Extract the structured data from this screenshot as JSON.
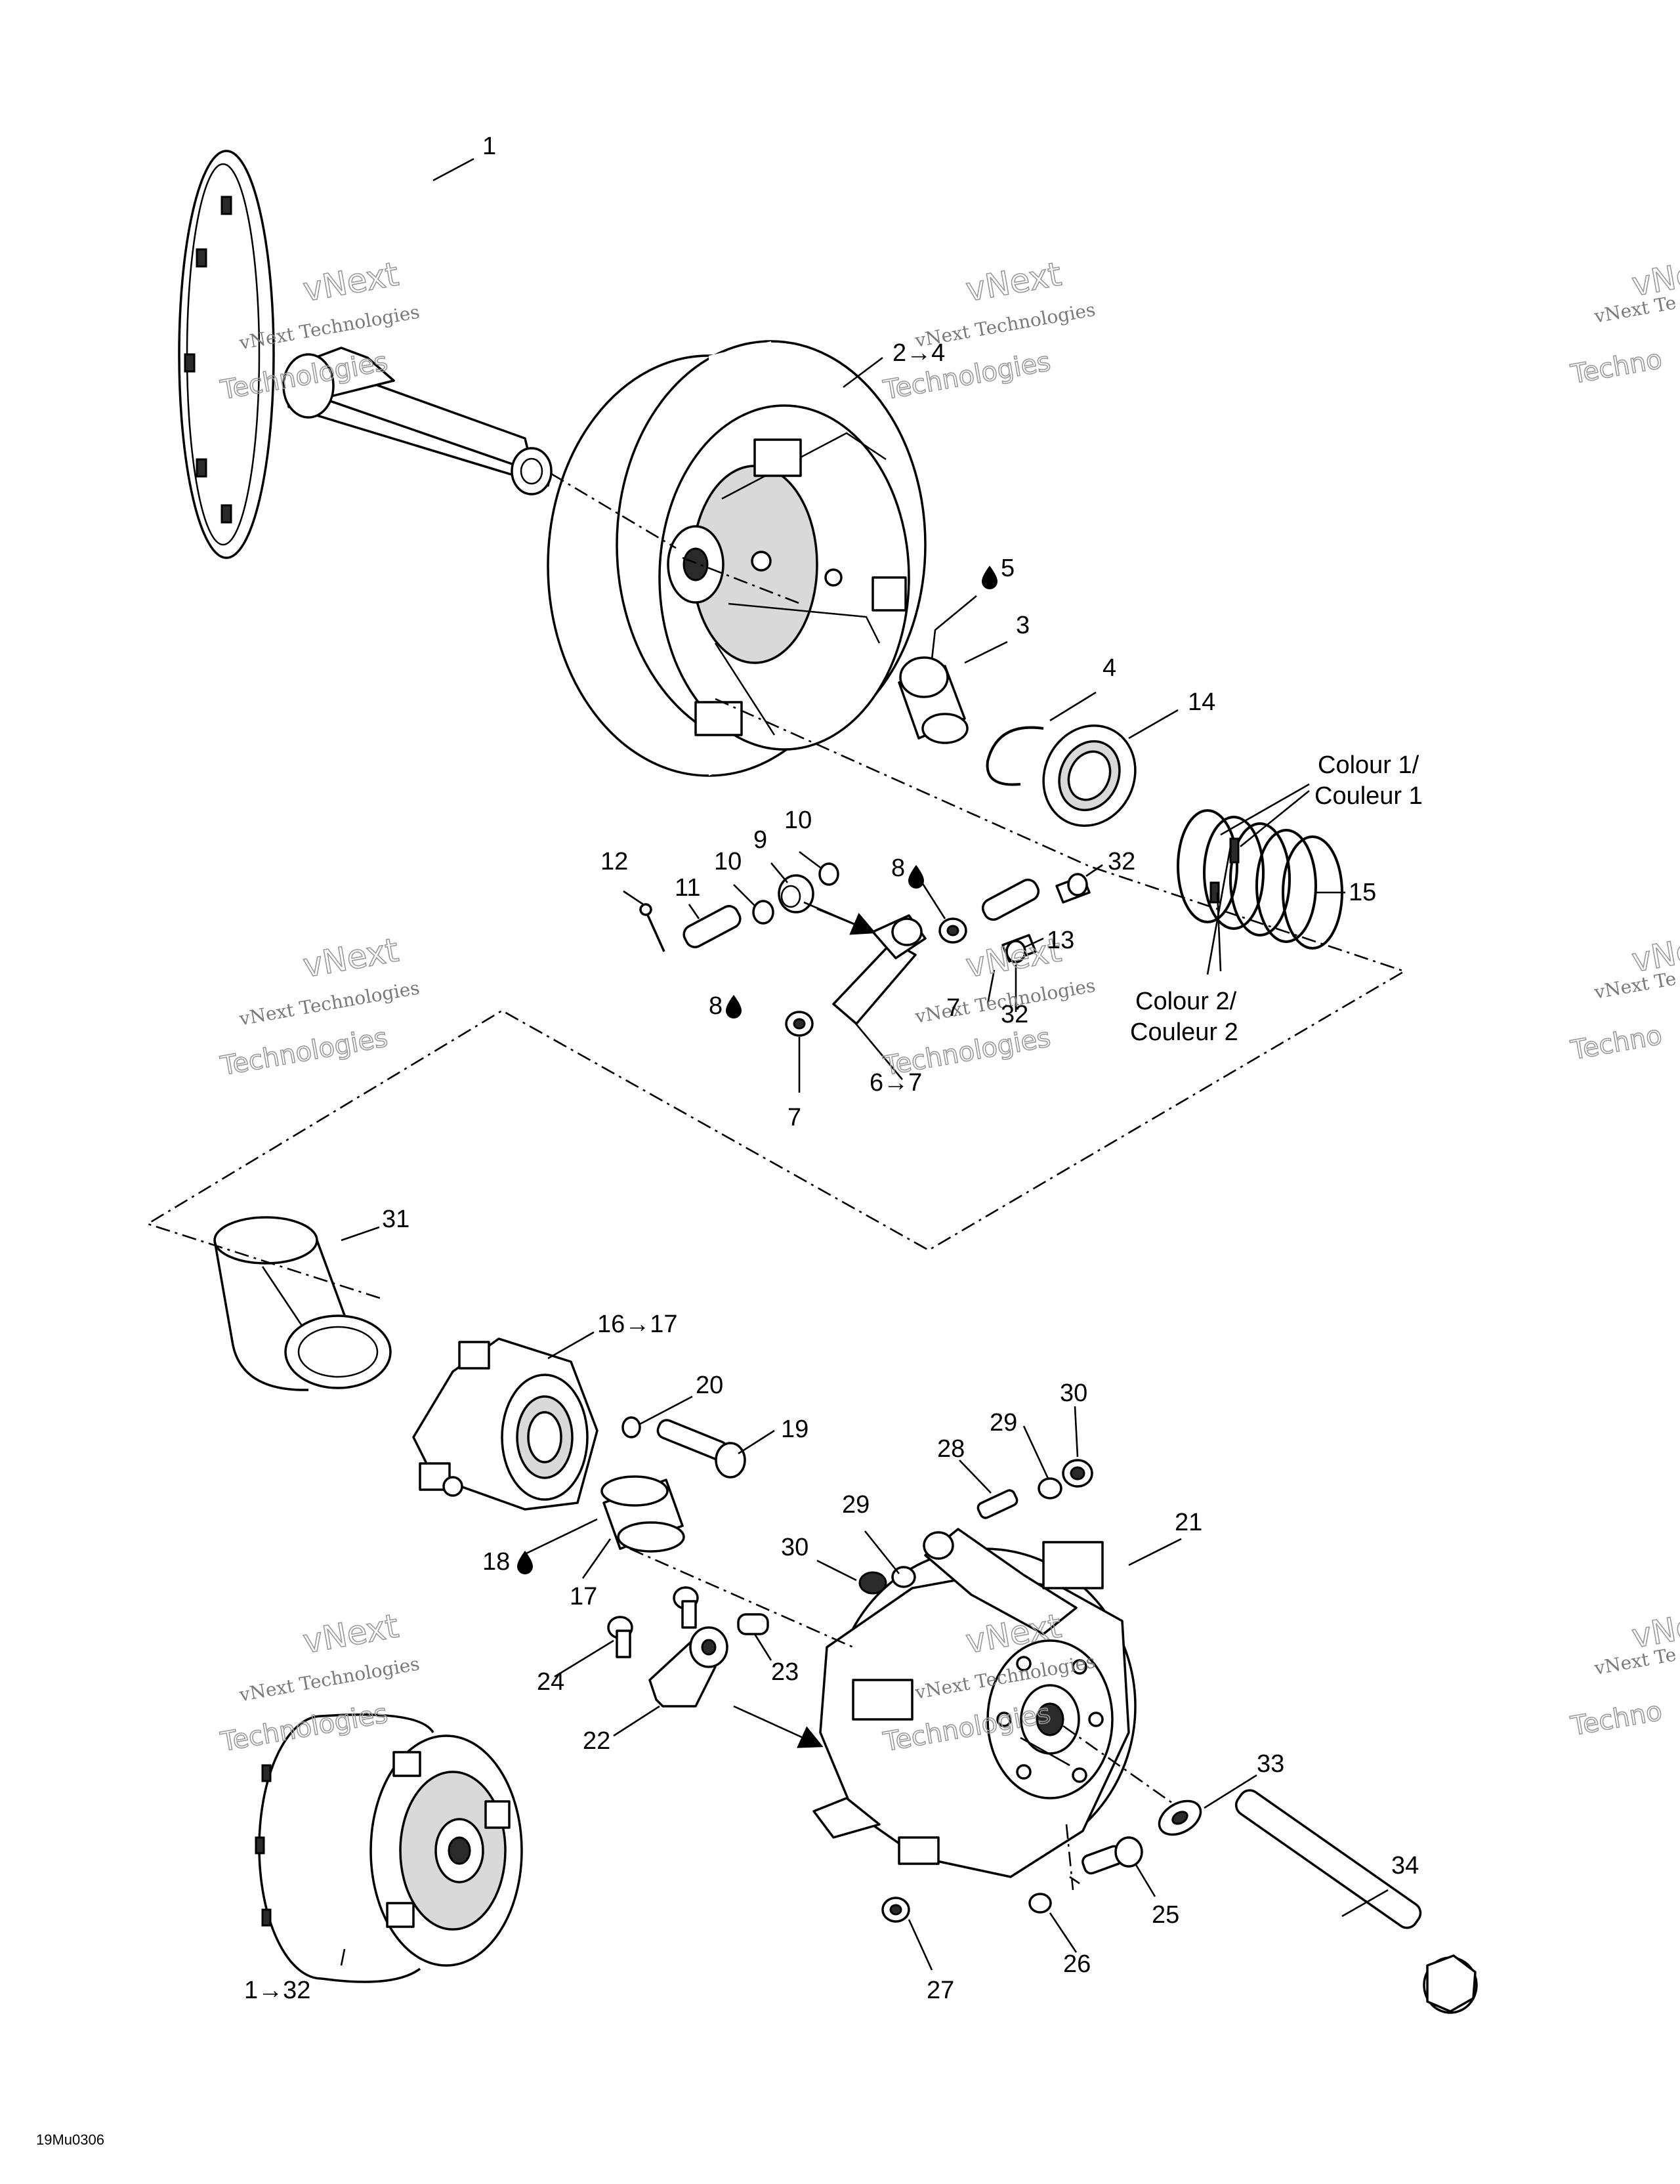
{
  "callouts": {
    "c1": "1",
    "c2_4": "2→4",
    "c5": "5",
    "c3": "3",
    "c4": "4",
    "c14": "14",
    "colour1_line1": "Colour 1/",
    "colour1_line2": "Couleur 1",
    "c15": "15",
    "c12": "12",
    "c11": "11",
    "c10a": "10",
    "c9": "9",
    "c10b": "10",
    "c8a": "8",
    "c32a": "32",
    "c13": "13",
    "c8b": "8",
    "c7a": "7",
    "c32b": "32",
    "colour2_line1": "Colour 2/",
    "colour2_line2": "Couleur 2",
    "c6_7": "6→7",
    "c7b": "7",
    "c31": "31",
    "c16_17": "16→17",
    "c20": "20",
    "c19": "19",
    "c30a": "30",
    "c29a": "29",
    "c28": "28",
    "c21": "21",
    "c18": "18",
    "c17": "17",
    "c29b": "29",
    "c30b": "30",
    "c24": "24",
    "c23": "23",
    "c22": "22",
    "c33": "33",
    "c34": "34",
    "c25": "25",
    "c26": "26",
    "c27": "27",
    "c1_32": "1→32"
  },
  "watermark": {
    "line_a": "vNext Technologies",
    "line_b": "vNext",
    "line_c": "Technologies",
    "edge_a": "vNext Te",
    "edge_b": "vNext",
    "edge_c": "Techno"
  },
  "reference_code": "19Mu0306",
  "icons": {
    "lubricant": "lubricant-drop-icon"
  }
}
